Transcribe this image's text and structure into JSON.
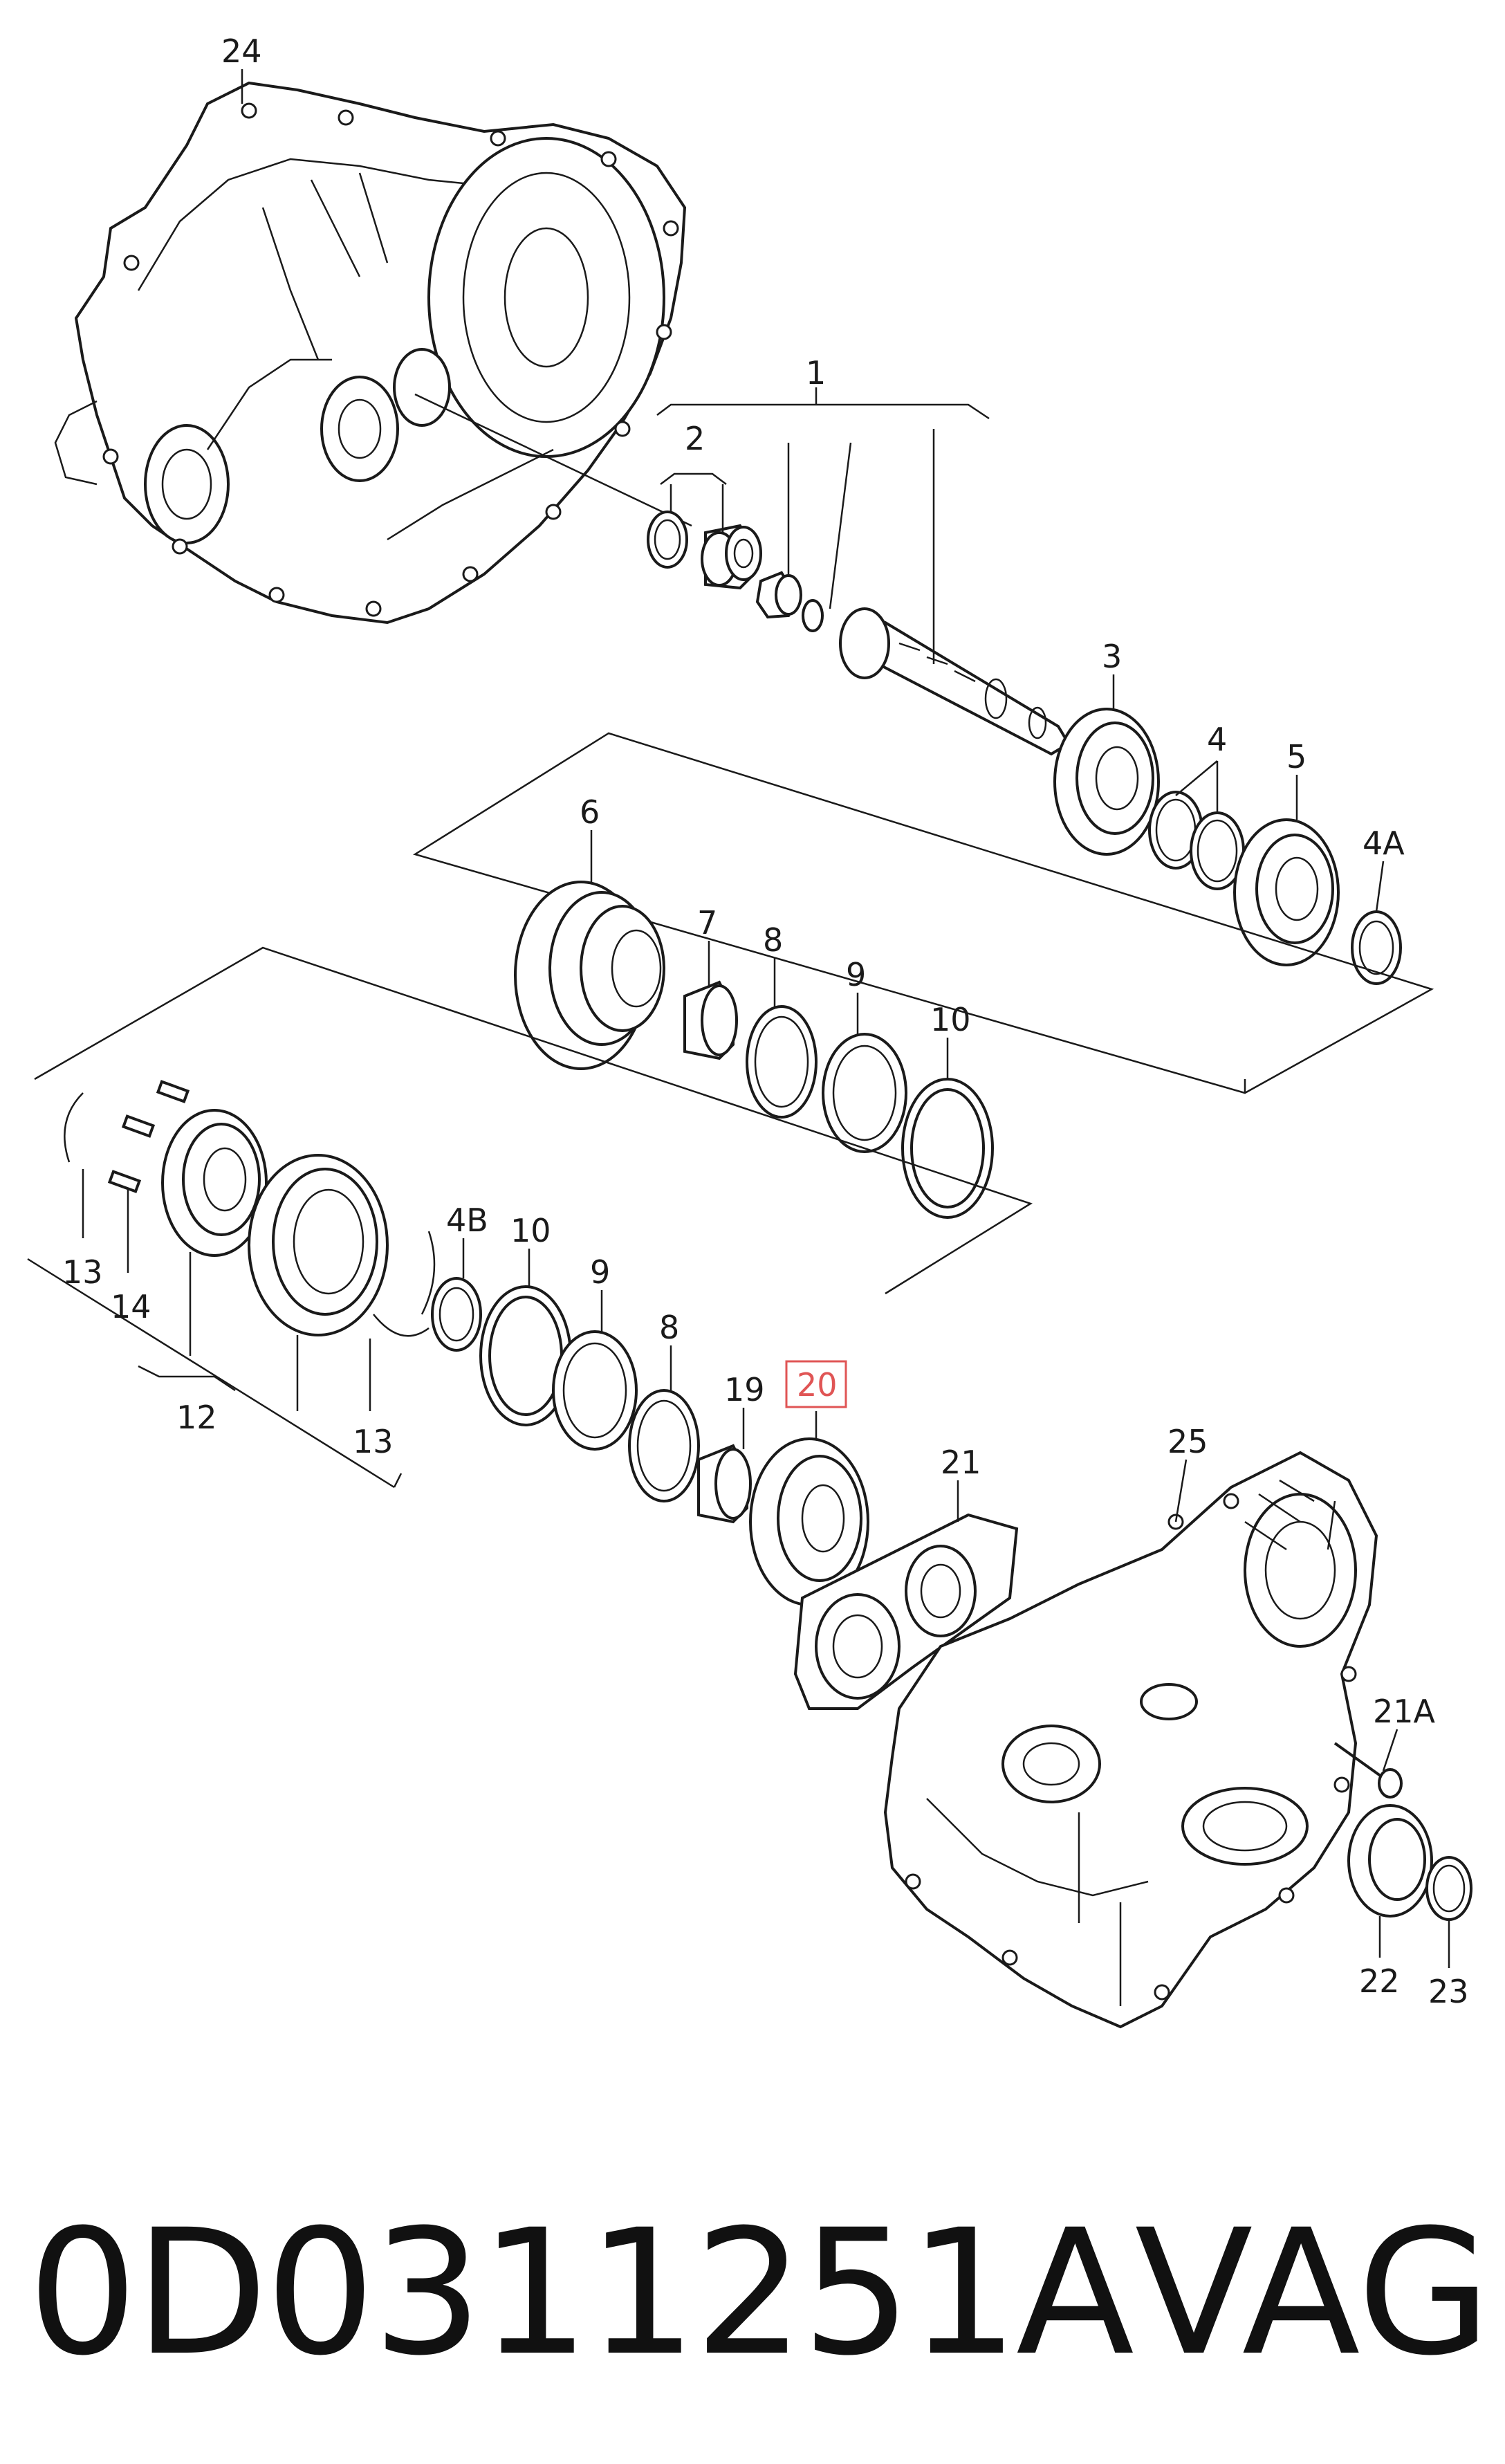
{
  "diagram": {
    "labels": {
      "l1": "1",
      "l2": "2",
      "l3": "3",
      "l4": "4",
      "l4A": "4A",
      "l4B": "4B",
      "l5": "5",
      "l6": "6",
      "l7": "7",
      "l8a": "8",
      "l8b": "8",
      "l9a": "9",
      "l9b": "9",
      "l10a": "10",
      "l10b": "10",
      "l12": "12",
      "l13a": "13",
      "l13b": "13",
      "l14": "14",
      "l19": "19",
      "l20": "20",
      "l21": "21",
      "l21A": "21A",
      "l22": "22",
      "l23": "23",
      "l24": "24",
      "l25": "25"
    }
  },
  "footer": {
    "part_number": "0D0311251A",
    "brand": "VAG"
  }
}
